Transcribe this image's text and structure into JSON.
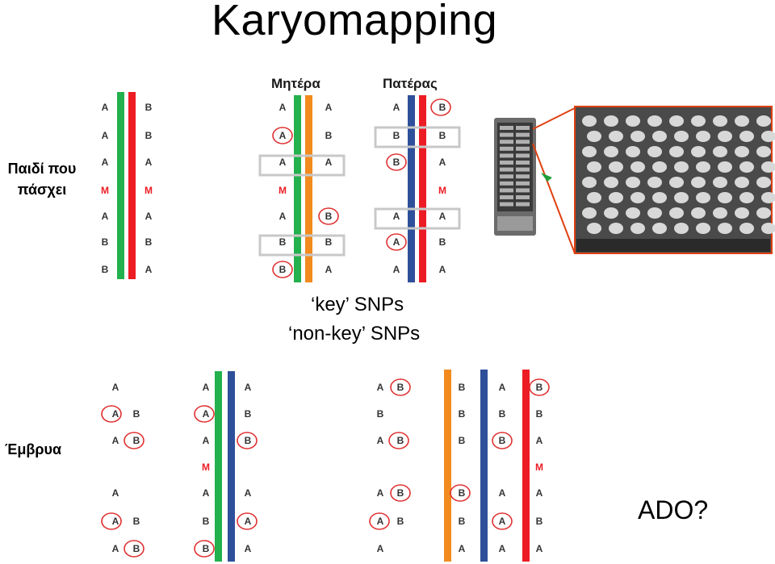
{
  "title": "Karyomapping",
  "child_label": [
    "Παιδί που",
    "πάσχει"
  ],
  "mother_label": "Μητέρα",
  "father_label": "Πατέρας",
  "key_snps": "‘key’ SNPs",
  "nonkey_snps": "‘non-key’ SNPs",
  "embryo_label": "Έμβρυα",
  "ado_label": "ADO?",
  "colors": {
    "green": "#22b14c",
    "red": "#ed1c24",
    "orange": "#f28a1e",
    "blue": "#2e4f9a",
    "circle": "#e03030"
  },
  "rows": {
    "child": [
      [
        "A",
        "B"
      ],
      [
        "A",
        "B"
      ],
      [
        "A",
        "A"
      ],
      [
        "M",
        "M"
      ],
      [
        "A",
        "A"
      ],
      [
        "B",
        "B"
      ],
      [
        "B",
        "A"
      ]
    ],
    "mother": [
      [
        "A",
        "A"
      ],
      [
        "A",
        "B"
      ],
      [
        "A",
        "A"
      ],
      [
        "M",
        ""
      ],
      [
        "A",
        "B"
      ],
      [
        "B",
        "B"
      ],
      [
        "B",
        "A"
      ]
    ],
    "father": [
      [
        "A",
        "B"
      ],
      [
        "B",
        "B"
      ],
      [
        "B",
        "A"
      ],
      [
        "",
        "M"
      ],
      [
        "A",
        "A"
      ],
      [
        "A",
        "B"
      ],
      [
        "A",
        "A"
      ]
    ]
  },
  "embryos_left": {
    "single": [
      [
        "A",
        ""
      ],
      [
        "A",
        "B"
      ],
      [
        "A",
        "B"
      ],
      [
        "",
        ""
      ],
      [
        "A",
        ""
      ],
      [
        "A",
        "B"
      ],
      [
        "A",
        "B"
      ]
    ],
    "paired": [
      [
        "A",
        "A"
      ],
      [
        "A",
        "B"
      ],
      [
        "A",
        "B"
      ],
      [
        "M",
        ""
      ],
      [
        "A",
        "A"
      ],
      [
        "B",
        "A"
      ],
      [
        "B",
        "A"
      ]
    ]
  },
  "embryos_right": {
    "single": [
      [
        "A",
        "B"
      ],
      [
        "B",
        ""
      ],
      [
        "A",
        "B"
      ],
      [
        "",
        ""
      ],
      [
        "A",
        "B"
      ],
      [
        "A",
        "B"
      ],
      [
        "A",
        ""
      ]
    ],
    "cols": [
      [
        "B",
        "A",
        "A",
        "B"
      ],
      [
        "B",
        "B",
        "B",
        "B"
      ],
      [
        "B",
        "A",
        "B",
        "A"
      ],
      [
        "",
        "",
        "",
        "M"
      ],
      [
        "B",
        "A",
        "A",
        "A"
      ],
      [
        "B",
        "B",
        "A",
        "B"
      ],
      [
        "A",
        "A",
        "A",
        "A"
      ]
    ]
  }
}
